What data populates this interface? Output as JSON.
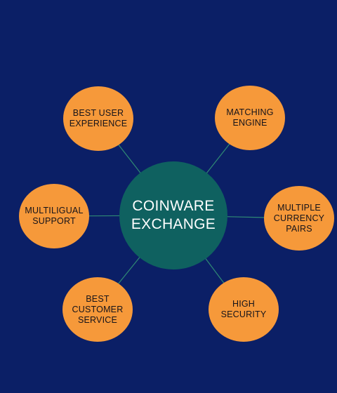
{
  "diagram": {
    "hub": {
      "label": "COINWARE\nEXCHANGE",
      "color": "#0f6160",
      "text_color": "#ffffff"
    },
    "background_color": "#0b1f66",
    "node_color": "#f6993a",
    "connector_color": "#2f8a74",
    "nodes": [
      {
        "id": "best-user-experience",
        "label": "BEST USER\nEXPERIENCE"
      },
      {
        "id": "matching-engine",
        "label": "MATCHING\nENGINE"
      },
      {
        "id": "multiligual-support",
        "label": "MULTILIGUAL\nSUPPORT"
      },
      {
        "id": "multiple-currency-pairs",
        "label": "MULTIPLE\nCURRENCY\nPAIRS"
      },
      {
        "id": "best-customer-service",
        "label": "BEST\nCUSTOMER\nSERVICE"
      },
      {
        "id": "high-security",
        "label": "HIGH\nSECURITY"
      }
    ]
  }
}
